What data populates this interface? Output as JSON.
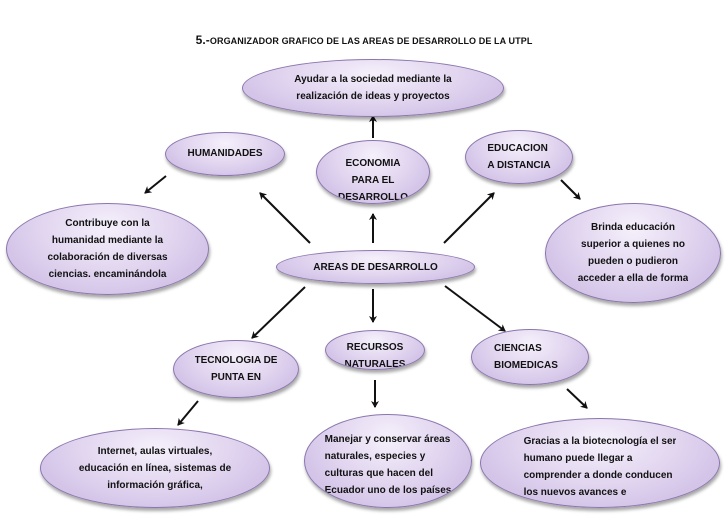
{
  "title": {
    "number": "5.-",
    "text": "ORGANIZADOR GRAFICO DE LAS AREAS DE DESARROLLO DE LA UTPL"
  },
  "colors": {
    "node_fill": "#e2d6f0",
    "node_border": "#8a76ad",
    "arrow": "#111111"
  },
  "nodes": {
    "mission": {
      "lines": [
        "Ayudar a la sociedad mediante la",
        "realización de ideas y proyectos"
      ]
    },
    "center": {
      "lines": [
        "AREAS DE DESARROLLO"
      ]
    },
    "humanidades": {
      "lines": [
        "HUMANIDADES"
      ]
    },
    "economia": {
      "lines": [
        "ECONOMIA",
        "PARA EL",
        "DESARROLLO"
      ]
    },
    "educacion": {
      "lines": [
        "EDUCACION",
        "A DISTANCIA"
      ]
    },
    "tecnologia": {
      "lines": [
        "TECNOLOGIA DE",
        "PUNTA EN"
      ]
    },
    "recursos": {
      "lines": [
        "RECURSOS",
        "NATURALES"
      ]
    },
    "biomedicas": {
      "lines": [
        "CIENCIAS",
        "BIOMEDICAS"
      ]
    },
    "humanidades_desc": {
      "lines": [
        "Contribuye con la",
        "humanidad mediante la",
        "colaboración de diversas",
        "ciencias. encaminándola"
      ]
    },
    "educacion_desc": {
      "lines": [
        "Brinda educación",
        "superior a quienes no",
        "pueden o pudieron",
        "acceder a ella de forma"
      ]
    },
    "tecnologia_desc": {
      "lines": [
        "Internet, aulas virtuales,",
        "educación en línea, sistemas de",
        "información gráfica,"
      ]
    },
    "recursos_desc": {
      "lines": [
        "Manejar y conservar áreas",
        "naturales, especies y",
        "culturas que hacen del",
        "Ecuador uno de los países"
      ]
    },
    "biomedicas_desc": {
      "lines": [
        "Gracias a la biotecnología el ser",
        "humano puede llegar a",
        "comprender a donde conducen",
        "los nuevos avances e"
      ]
    }
  }
}
